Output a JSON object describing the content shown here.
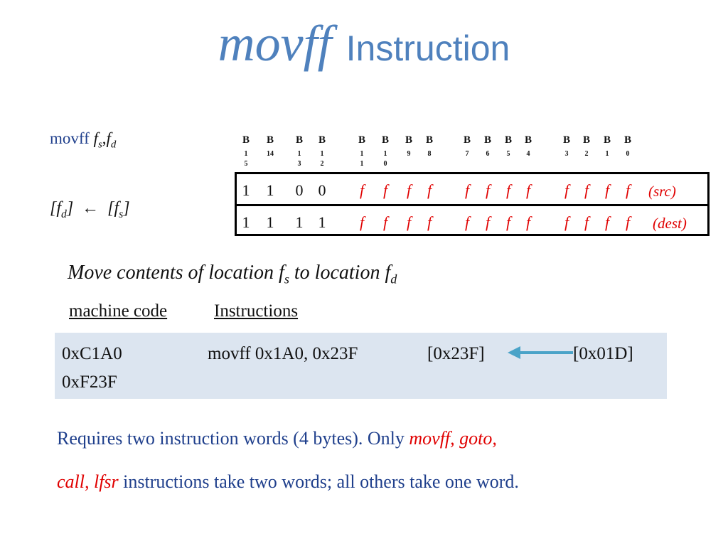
{
  "title": {
    "mnemonic": "movff",
    "word": "Instruction"
  },
  "syntax": {
    "mnemonic": "movff",
    "f1": "f",
    "s1": "s",
    "comma": ",",
    "f2": "f",
    "s2": "d"
  },
  "transfer": {
    "lb1": "[f",
    "sub1": "d",
    "rb1": "]",
    "arrow": "←",
    "lb2": "[f",
    "sub2": "s",
    "rb2": "]"
  },
  "bit_header": [
    {
      "b": "B",
      "n": "1 5"
    },
    {
      "b": "B",
      "n": "14"
    },
    {
      "b": "B",
      "n": "1 3"
    },
    {
      "b": "B",
      "n": "1 2"
    },
    {
      "b": "B",
      "n": "1 1"
    },
    {
      "b": "B",
      "n": "1 0"
    },
    {
      "b": "B",
      "n": "9"
    },
    {
      "b": "B",
      "n": "8"
    },
    {
      "b": "B",
      "n": "7"
    },
    {
      "b": "B",
      "n": "6"
    },
    {
      "b": "B",
      "n": "5"
    },
    {
      "b": "B",
      "n": "4"
    },
    {
      "b": "B",
      "n": "3"
    },
    {
      "b": "B",
      "n": "2"
    },
    {
      "b": "B",
      "n": "1"
    },
    {
      "b": "B",
      "n": "0"
    }
  ],
  "encoding": {
    "row1": {
      "bits": [
        "1",
        "1",
        "0",
        "0",
        "f",
        "f",
        "f",
        "f",
        "f",
        "f",
        "f",
        "f",
        "f",
        "f",
        "f",
        "f"
      ],
      "tag": "(src)"
    },
    "row2": {
      "bits": [
        "1",
        "1",
        "1",
        "1",
        "f",
        "f",
        "f",
        "f",
        "f",
        "f",
        "f",
        "f",
        "f",
        "f",
        "f",
        "f"
      ],
      "tag": "(dest)"
    }
  },
  "description": {
    "text1": "Move contents of location ",
    "f1": "f",
    "s1": "s",
    "text2": " to location ",
    "f2": "f",
    "s2": "d"
  },
  "headers": {
    "machine_code": "machine code",
    "instructions": "Instructions"
  },
  "example": {
    "code1": "0xC1A0",
    "code2": "0xF23F",
    "instruction": "movff 0x1A0, 0x23F",
    "dest": "[0x23F]",
    "src": "[0x01D]"
  },
  "notes": {
    "line1_plain": "Requires two instruction words (4 bytes). Only ",
    "line1_red": "movff, goto,",
    "line2_red": "call, lfsr",
    "line2_plain": " instructions take two words; all others take one word."
  },
  "colors": {
    "title": "#4f81bd",
    "red": "#e00000",
    "blue_text": "#1f3f8c",
    "box_bg": "#dce5f0",
    "arrow": "#4aa3c8"
  }
}
